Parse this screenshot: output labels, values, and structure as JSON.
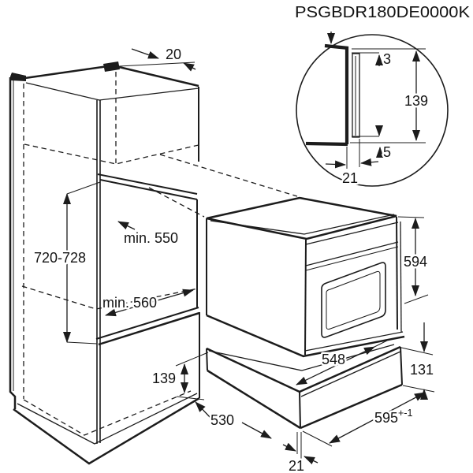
{
  "title": "PSGBDR180DE0000K",
  "colors": {
    "line": "#1c1c1c",
    "background": "#ffffff"
  },
  "cabinet": {
    "top_rear_gap": "20",
    "niche_height": "720-728",
    "niche_depth_top": "min. 550",
    "niche_depth_bottom": "min. 560",
    "plinth_front_height": "139",
    "plinth_depth": "530"
  },
  "detail_view": {
    "top_gap": "3",
    "trim_height": "139",
    "bottom_overlap": "5",
    "trim_depth": "21"
  },
  "oven": {
    "height": "594"
  },
  "plinth_drawer": {
    "top_depth": "548",
    "front_height": "131",
    "front_width": "595",
    "front_width_tolerance": "+-1",
    "front_recess": "21"
  }
}
